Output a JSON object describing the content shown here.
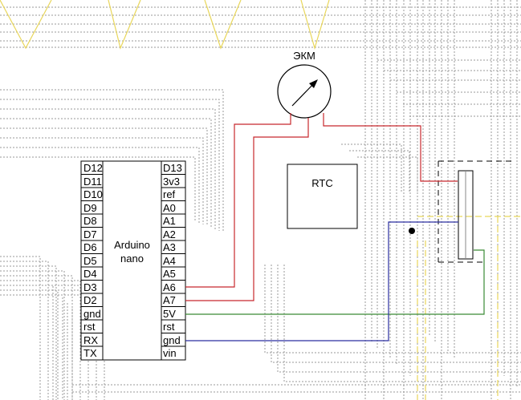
{
  "arduino": {
    "title_line1": "Arduino",
    "title_line2": "nano",
    "left_pins": [
      "D12",
      "D11",
      "D10",
      "D9",
      "D8",
      "D7",
      "D6",
      "D5",
      "D4",
      "D3",
      "D2",
      "gnd",
      "rst",
      "RX",
      "TX"
    ],
    "right_pins": [
      "D13",
      "3v3",
      "ref",
      "A0",
      "A1",
      "A2",
      "A3",
      "A4",
      "A5",
      "A6",
      "A7",
      "5V",
      "rst",
      "gnd",
      "vin"
    ]
  },
  "rtc": {
    "label": "RTC"
  },
  "meter": {
    "label": "ЭКМ"
  },
  "colors": {
    "wire_red": "#c8282d",
    "wire_blue": "#2b2fa0",
    "wire_green": "#3a8a35",
    "background_traces": "#9a9a9a",
    "yellow_traces": "#e8d65a",
    "outline": "#000000"
  }
}
